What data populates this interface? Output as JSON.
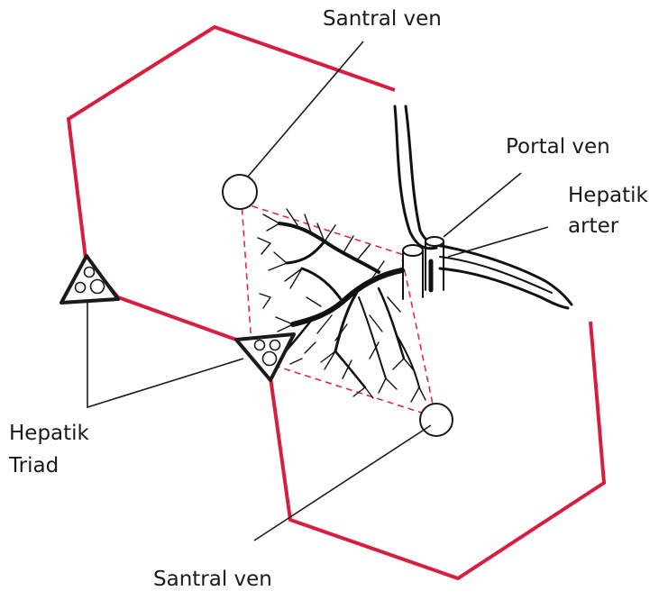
{
  "labels": {
    "central_vein_top": "Santral ven",
    "portal_vein": "Portal ven",
    "hepatic_artery_line1": "Hepatik",
    "hepatic_artery_line2": "arter",
    "hepatic_triad_line1": "Hepatik",
    "hepatic_triad_line2": "Triad",
    "central_vein_bottom": "Santral ven"
  },
  "colors": {
    "lobule_outline": "#d81e3e",
    "dashed_region": "#e02a4a",
    "ink": "#1a1a1a"
  }
}
